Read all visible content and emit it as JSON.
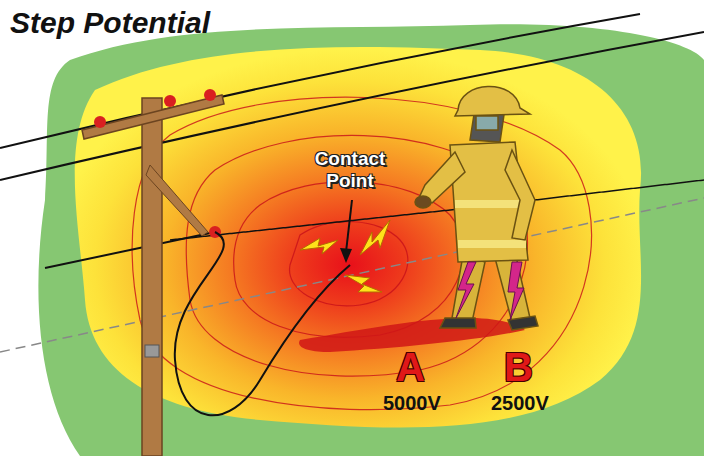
{
  "diagram": {
    "title": "Step Potential",
    "labels": [
      "Contact Point",
      "A",
      "5000V",
      "B",
      "2500V"
    ]
  }
}
